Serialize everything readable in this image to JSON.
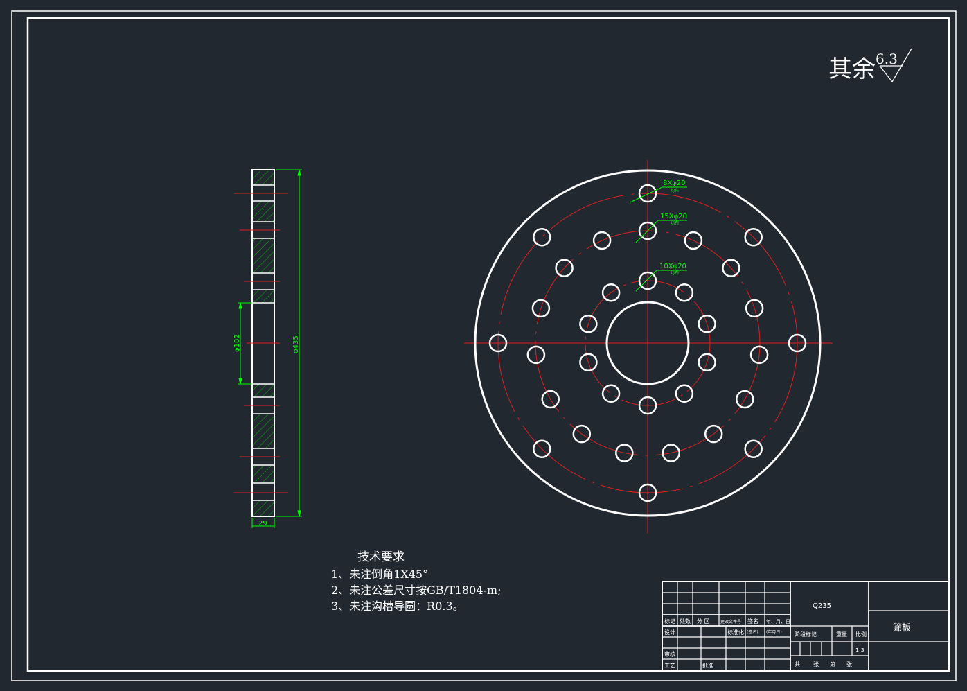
{
  "roughness": {
    "label": "其余",
    "value": "6.3"
  },
  "front_view": {
    "callouts": [
      {
        "text": "8Xφ20",
        "sub": "均布"
      },
      {
        "text": "15Xφ20",
        "sub": "均布"
      },
      {
        "text": "10Xφ20",
        "sub": "均布"
      }
    ]
  },
  "side_view": {
    "dims": {
      "outer": "φ435",
      "inner": "φ102",
      "thickness": "29"
    }
  },
  "tech_req": {
    "title": "技术要求",
    "items": [
      "1、未注倒角1X45°",
      "2、未注公差尺寸按GB/T1804-m;",
      "3、未注沟槽导圆：R0.3。"
    ]
  },
  "title_block": {
    "material": "Q235",
    "part_name": "筛板",
    "scale_value": "1:3",
    "hdr_mark": "标记",
    "hdr_count": "处数",
    "hdr_zone": "分 区",
    "hdr_docno": "更改文件号",
    "hdr_sign": "签名",
    "hdr_date": "年、月、日",
    "row_design": "设计",
    "row_std": "标准化",
    "row_sign2": "(签名)",
    "row_date2": "(年月日)",
    "row_review": "审核",
    "row_process": "工艺",
    "row_approve": "批准",
    "stage_mark": "阶段标记",
    "weight": "重量",
    "scale": "比例",
    "total": "共",
    "sheets1": "张",
    "page": "第",
    "sheets2": "张"
  }
}
